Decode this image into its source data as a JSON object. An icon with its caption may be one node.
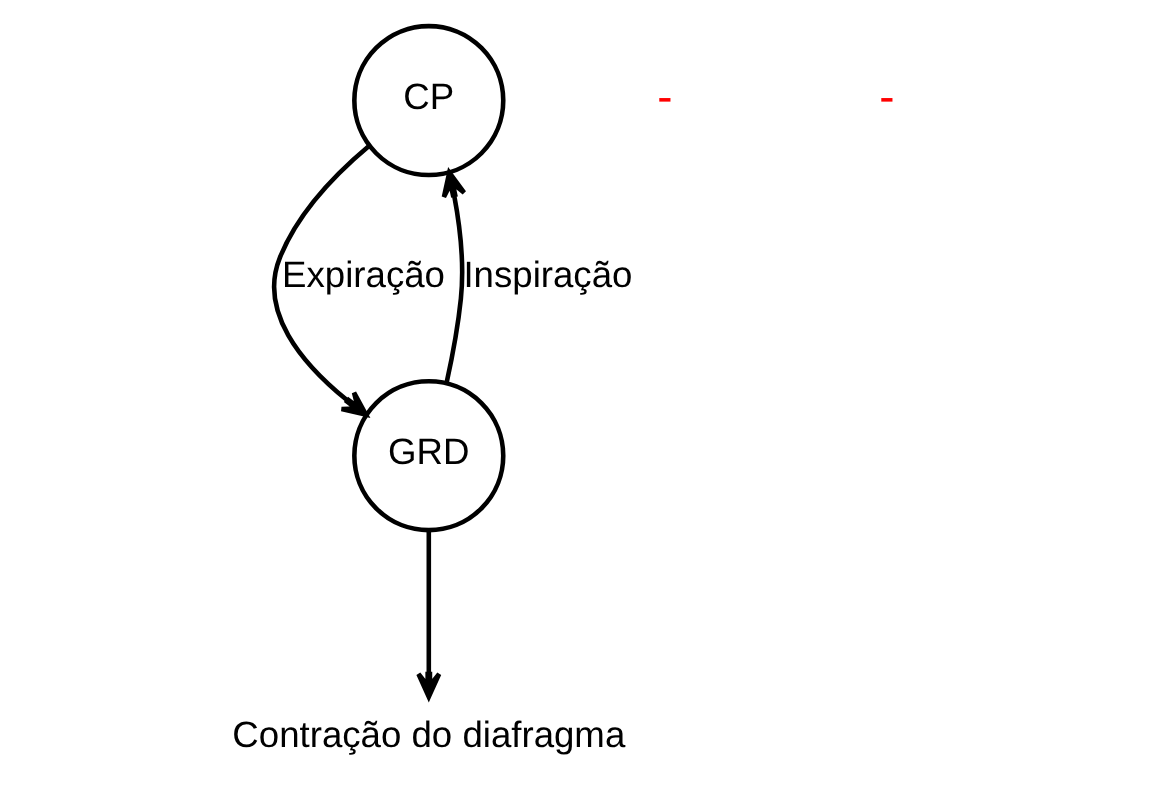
{
  "diagram": {
    "nodes": [
      {
        "text": [
          "CP"
        ]
      },
      {
        "text": [
          "GRD"
        ]
      },
      {
        "text": [
          "Contração do diafragma"
        ]
      }
    ],
    "edges": [
      {
        "from": 0,
        "to": 1,
        "arrow": "to",
        "label": "Expiração"
      },
      {
        "from": 1,
        "to": 0,
        "arrow": "to",
        "label": "Inspiração"
      },
      {
        "from": 1,
        "to": 2,
        "arrow": "to"
      }
    ],
    "labels": [
      "-",
      "-"
    ]
  }
}
